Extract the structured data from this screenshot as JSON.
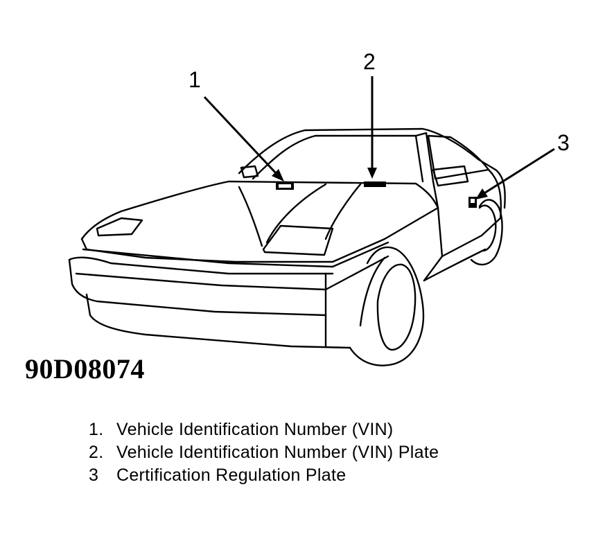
{
  "callouts": [
    {
      "number": "1"
    },
    {
      "number": "2"
    },
    {
      "number": "3"
    }
  ],
  "figure_code": "90D08074",
  "legend": [
    {
      "number": "1.",
      "text": "Vehicle Identification Number (VIN)"
    },
    {
      "number": "2.",
      "text": "Vehicle Identification Number (VIN) Plate"
    },
    {
      "number": "3",
      "text": "Certification Regulation Plate"
    }
  ]
}
